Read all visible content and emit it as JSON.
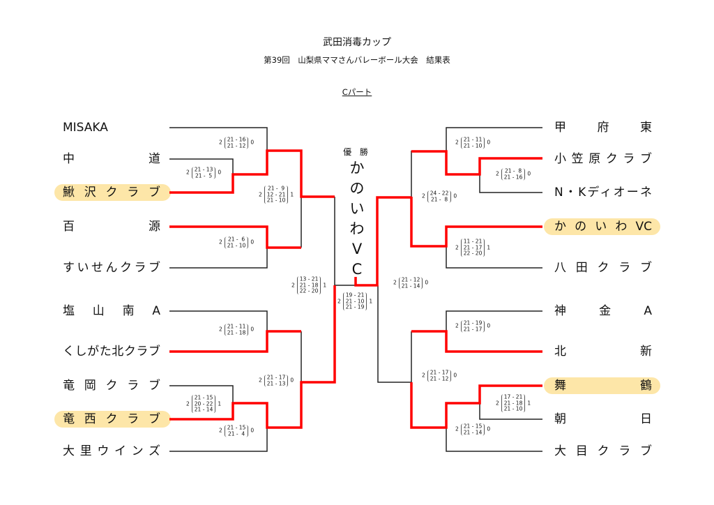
{
  "header": {
    "title": "武田消毒カップ",
    "subtitle": "第39回　山梨県ママさんバレーボール大会　結果表",
    "part": "Cパート"
  },
  "champion": {
    "label": "優 勝",
    "chars": [
      "か",
      "の",
      "い",
      "わ",
      "V",
      "C"
    ]
  },
  "left_teams": [
    "MISAKA",
    "中道",
    "鰍沢クラブ",
    "百源",
    "すいせんクラブ",
    "塩山南A",
    "くしがた北クラブ",
    "竜岡クラブ",
    "竜西クラブ",
    "大里ウインズ"
  ],
  "right_teams": [
    "甲府東",
    "小笠原クラブ",
    "N・Kディオーネ",
    "かのいわVC",
    "八田クラブ",
    "神金A",
    "北新",
    "舞鶴",
    "朝日",
    "大目クラブ"
  ],
  "colors": {
    "winner_line": "#ff0000",
    "highlight": "#fde6a8",
    "line": "#222222"
  },
  "matches": [
    {
      "left": "2",
      "right": "0",
      "sets": [
        "21 - 16",
        "21 - 12"
      ]
    },
    {
      "left": "2",
      "right": "0",
      "sets": [
        "21 - 13",
        "21 -  5"
      ]
    },
    {
      "left": "2",
      "right": "1",
      "sets": [
        "21 -  9",
        "12 - 21",
        "21 - 10"
      ]
    },
    {
      "left": "2",
      "right": "0",
      "sets": [
        "21 -  6",
        "21 - 10"
      ]
    },
    {
      "left": "2",
      "right": "1",
      "sets": [
        "13 - 21",
        "21 - 18",
        "22 - 20"
      ]
    },
    {
      "left": "2",
      "right": "1",
      "sets": [
        "19 - 21",
        "21 - 10",
        "21 - 19"
      ]
    },
    {
      "left": "2",
      "right": "0",
      "sets": [
        "21 - 11",
        "21 - 18"
      ]
    },
    {
      "left": "2",
      "right": "0",
      "sets": [
        "21 - 17",
        "21 - 13"
      ]
    },
    {
      "left": "2",
      "right": "1",
      "sets": [
        "21 - 15",
        "20 - 22",
        "21 - 14"
      ]
    },
    {
      "left": "2",
      "right": "0",
      "sets": [
        "21 - 15",
        "21 -  4"
      ]
    },
    {
      "left": "2",
      "right": "0",
      "sets": [
        "21 - 11",
        "21 - 10"
      ]
    },
    {
      "left": "2",
      "right": "0",
      "sets": [
        "21 -  8",
        "21 - 16"
      ]
    },
    {
      "left": "2",
      "right": "0",
      "sets": [
        "24 - 22",
        "21 -  8"
      ]
    },
    {
      "left": "2",
      "right": "1",
      "sets": [
        "11 - 21",
        "21 - 17",
        "22 - 20"
      ]
    },
    {
      "left": "2",
      "right": "0",
      "sets": [
        "21 - 12",
        "21 - 14"
      ]
    },
    {
      "left": "2",
      "right": "0",
      "sets": [
        "21 - 19",
        "21 - 17"
      ]
    },
    {
      "left": "2",
      "right": "0",
      "sets": [
        "21 - 17",
        "21 - 12"
      ]
    },
    {
      "left": "2",
      "right": "1",
      "sets": [
        "17 - 21",
        "21 - 18",
        "21 - 10"
      ]
    },
    {
      "left": "2",
      "right": "0",
      "sets": [
        "21 - 15",
        "21 - 14"
      ]
    }
  ]
}
